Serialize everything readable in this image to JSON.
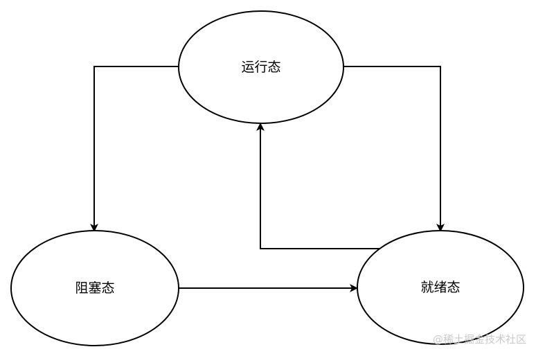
{
  "states": {
    "running": "运行态",
    "blocked": "阻塞态",
    "ready": "就绪态"
  },
  "watermark": "@稀土掘金技术社区",
  "colors": {
    "stroke": "#000000",
    "fill": "#ffffff",
    "watermark": "#c9c9c9"
  }
}
